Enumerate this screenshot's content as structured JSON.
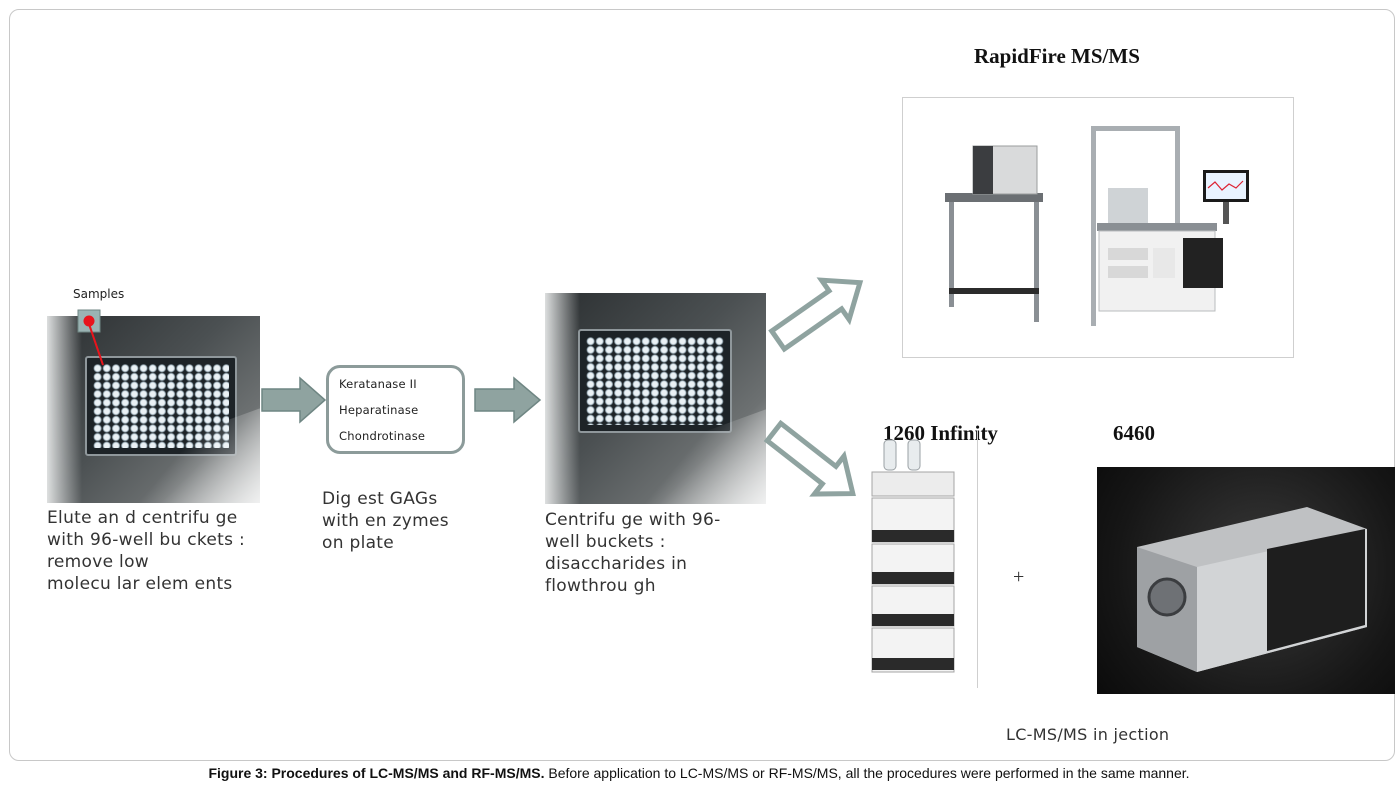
{
  "figure": {
    "headings": {
      "rapidfire": "RapidFire MS/MS",
      "lc_model": "1260 Infinity",
      "ms_model": "6460"
    },
    "samples_label": "Samples",
    "enzymes": [
      "Keratanase II",
      "Heparatinase",
      "Chondrotinase"
    ],
    "steps": {
      "step1": [
        "Elute  an d centrifu ge",
        "with 96-well bu ckets :",
        "remove low",
        "molecu lar elem ents"
      ],
      "step2": [
        "Dig est GAGs",
        "with en zymes",
        "on plate"
      ],
      "step3": [
        "Centrifu ge with 96-",
        "well buckets :",
        "disaccharides in",
        "flowthrou gh"
      ]
    },
    "plus": "+",
    "lcms_label": "LC-MS/MS  in jection",
    "caption": {
      "bold": "Figure 3: Procedures of LC-MS/MS and RF-MS/MS.",
      "text": " Before application to LC-MS/MS or RF-MS/MS, all the procedures were performed in the same manner."
    },
    "colors": {
      "arrow_fill": "#8fa3a0",
      "arrow_stroke": "#6f8683",
      "sample_marker": "#e8141c"
    }
  }
}
